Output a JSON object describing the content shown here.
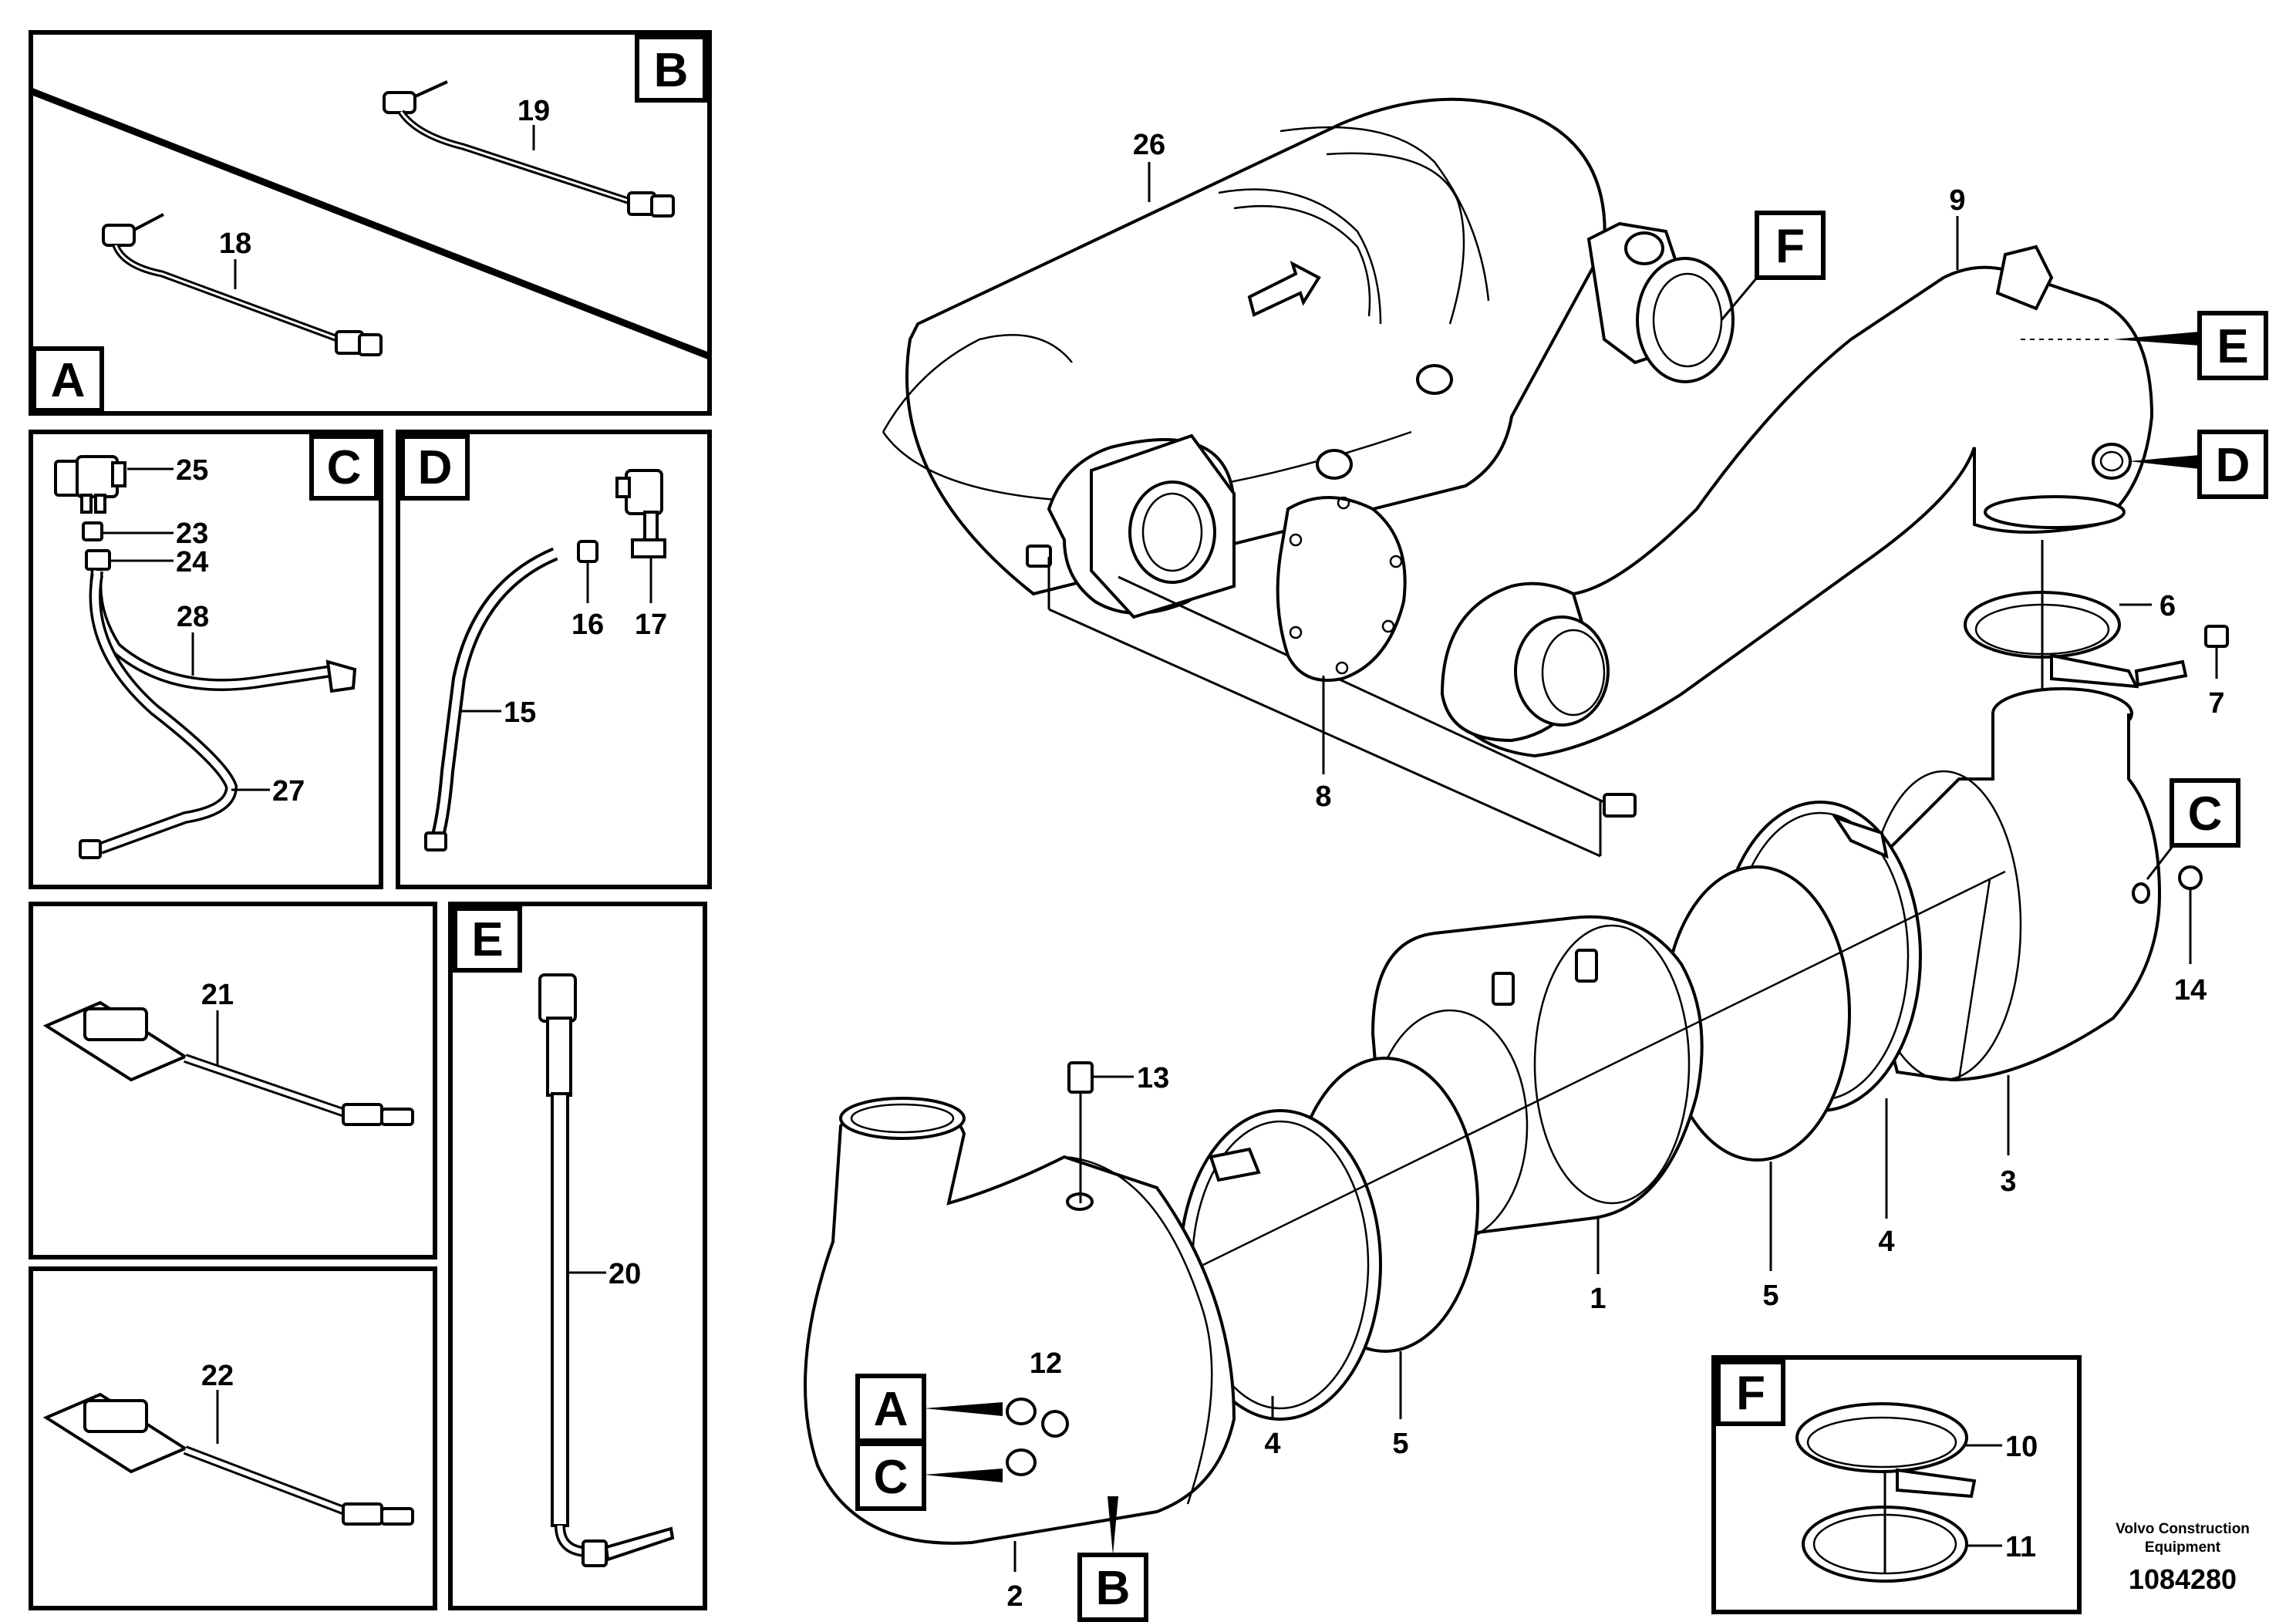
{
  "diagram": {
    "document_number": "1084280",
    "brand_line1": "Volvo Construction",
    "brand_line2": "Equipment",
    "detail_boxes": {
      "A": "A",
      "B": "B",
      "C": "C",
      "D": "D",
      "E": "E",
      "F": "F"
    },
    "part_numbers": {
      "p1": "1",
      "p2": "2",
      "p3": "3",
      "p4a": "4",
      "p4b": "4",
      "p5a": "5",
      "p5b": "5",
      "p6": "6",
      "p7": "7",
      "p8": "8",
      "p9": "9",
      "p10": "10",
      "p11": "11",
      "p12": "12",
      "p13": "13",
      "p14": "14",
      "p15": "15",
      "p16": "16",
      "p17": "17",
      "p18": "18",
      "p19": "19",
      "p20": "20",
      "p21": "21",
      "p22": "22",
      "p23": "23",
      "p24": "24",
      "p25": "25",
      "p26": "26",
      "p27": "27",
      "p28": "28"
    }
  }
}
